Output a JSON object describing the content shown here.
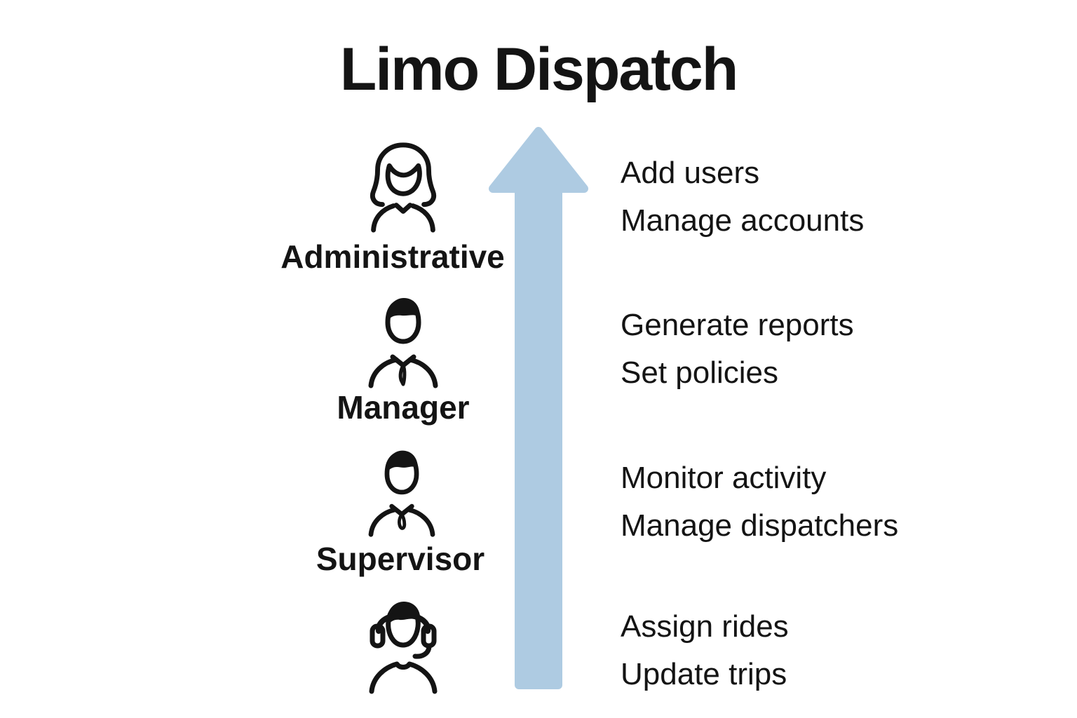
{
  "title": "Limo Dispatch",
  "arrow": {
    "direction": "up",
    "color": "#aecbe2"
  },
  "text_color": "#141414",
  "background_color": "#ffffff",
  "roles": [
    {
      "name": "Administrative",
      "icon": "woman-user-icon",
      "tasks": [
        "Add users",
        "Manage accounts"
      ]
    },
    {
      "name": "Manager",
      "icon": "man-tie-user-icon",
      "tasks": [
        "Generate reports",
        "Set policies"
      ]
    },
    {
      "name": "Supervisor",
      "icon": "man-tie-user-icon",
      "tasks": [
        "Monitor activity",
        "Manage dispatchers"
      ]
    },
    {
      "name": "",
      "icon": "headset-agent-icon",
      "tasks": [
        "Assign rides",
        "Update trips"
      ]
    }
  ]
}
